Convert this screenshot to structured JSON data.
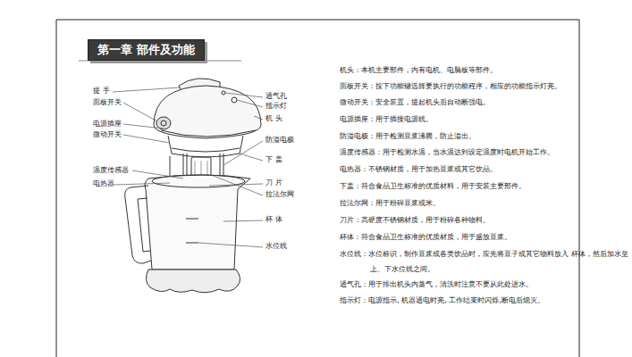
{
  "diagram": {
    "title": "第一章 部件及功能",
    "labels": [
      "提 手",
      "面板开关",
      "电源插座",
      "微动开关",
      "温度传感器",
      "电热器",
      "通气孔",
      "指示灯",
      "机 头",
      "防溢电极",
      "下 盖",
      "刀 片",
      "拉法尔网",
      "杯 体",
      "水位线",
      "机头：本机主要部件，内有电机、电脑板等部件。",
      "面板开关：按下功能键选择要执行的功能程序，相应的功能指示灯亮。",
      "微动开关：安全装置，提起机头后自动断强电。",
      "电源插座：用于插接电源线。",
      "防溢电极：用于检测豆浆沸腾，防止溢出。",
      "温度传感器：用于检测水温，当水温达到设定温度时电机开始工作。",
      "电热器：不锈钢材质，用于加热豆浆或其它饮品。",
      "下盖：符合食品卫生标准的优质材料，用于安装主要部件。",
      "拉法尔网：用于粉碎豆浆或米。",
      "刀片：高硬度不锈钢材质，用于粉碎各种物料。",
      "杯体：符合食品卫生标准的优质材质，用于盛放豆浆。",
      "水位线：水位标识，制作豆浆或各类饮品时，应先将豆子或其它物料放入 杯体，然后加水至上、下水位线之间。",
      "通气孔：用于排出机头内蒸气，清洗时注意不要从此处进水。",
      "指示灯：电源指示, 机器通电时亮, 工作结束时闪烁,断电后熄灭。"
    ]
  }
}
